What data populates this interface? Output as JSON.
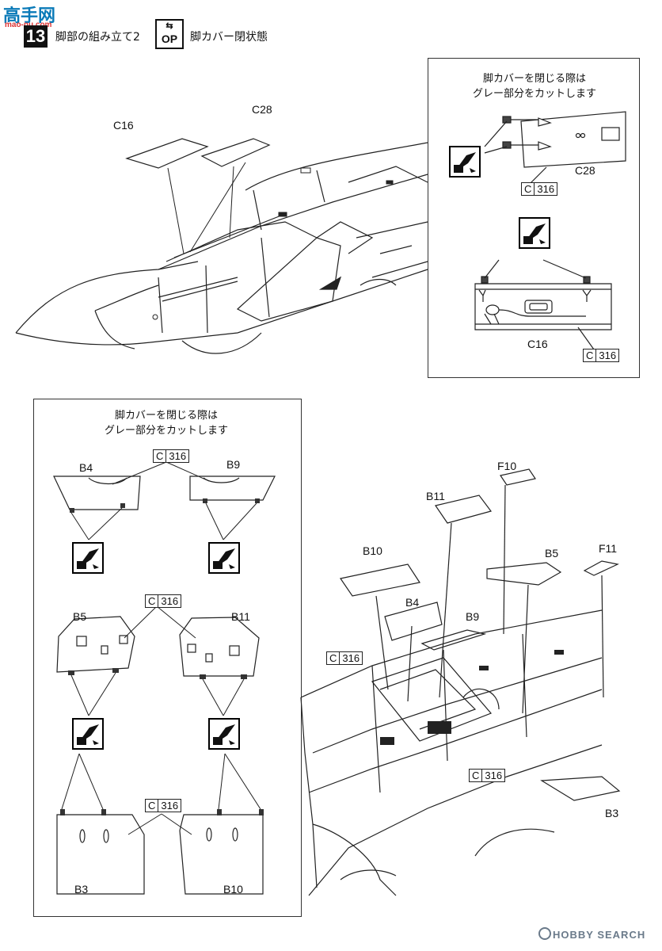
{
  "watermark": {
    "main": "高手网",
    "sub": "mao-nu.com"
  },
  "header": {
    "step_number": "13",
    "title": "脚部の組み立て2",
    "op_badge": "OP",
    "subtitle": "脚カバー閉状態"
  },
  "note": {
    "line1": "脚カバーを閉じる際は",
    "line2": "グレー部分をカットします"
  },
  "part_labels": {
    "c16": "C16",
    "c28": "C28",
    "b4": "B4",
    "b9": "B9",
    "b5": "B5",
    "b11": "B11",
    "b3": "B3",
    "b10": "B10",
    "f10": "F10",
    "f11": "F11"
  },
  "paint_code": {
    "letter": "C",
    "number": "316"
  },
  "footer": {
    "brand": "HOBBY SEARCH"
  }
}
